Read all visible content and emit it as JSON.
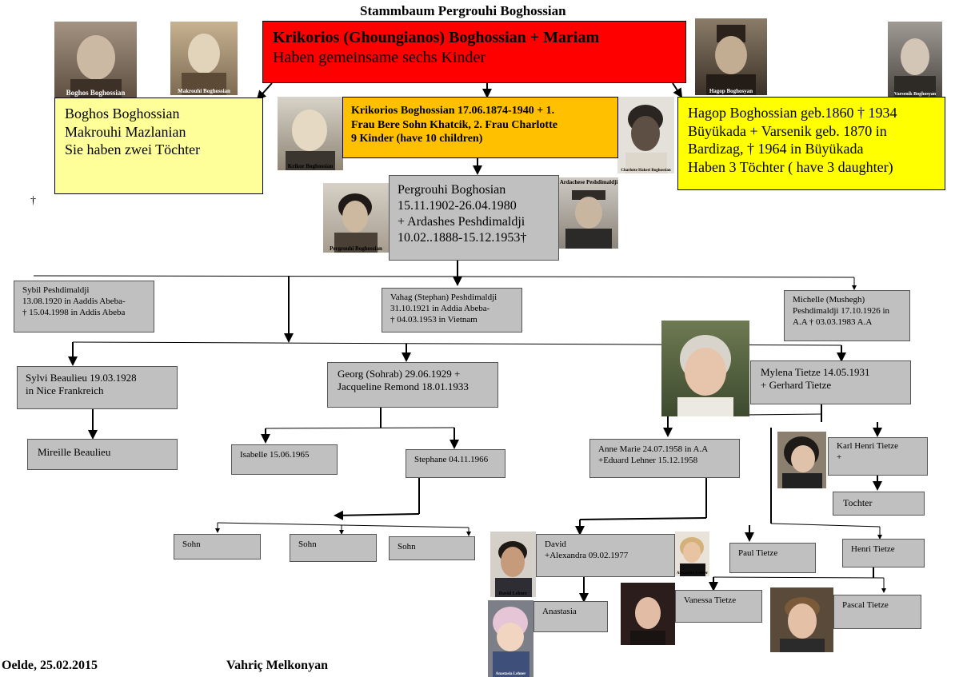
{
  "title": "Stammbaum Pergrouhi Boghossian",
  "footer": {
    "place_date": "Oelde, 25.02.2015",
    "author": "Vahriç Melkonyan"
  },
  "dagger": "†",
  "boxes": {
    "root": {
      "line1": "Krikorios (Ghoungianos) Boghossian + Mariam",
      "line2": "Haben gemeinsame sechs Kinder"
    },
    "boghos": {
      "line1": "Boghos Boghossian",
      "line2": "Makrouhi Mazlanian",
      "line3": "Sie haben zwei Töchter"
    },
    "krikor": {
      "line1": "Krikorios Boghossian 17.06.1874-1940 + 1.",
      "line2": "Frau Bere  Sohn Khatcik,  2. Frau Charlotte",
      "line3": "9 Kinder (have 10 children)"
    },
    "hagop": {
      "line1": "Hagop Boghossian geb.1860 † 1934",
      "line2": "Büyükada + Varsenik geb. 1870 in",
      "line3": "Bardizag, † 1964 in Büyükada",
      "line4": "Haben 3 Töchter ( have 3 daughter)"
    },
    "pergrouhi": {
      "line1": "Pergrouhi   Boghosian",
      "line2": "15.11.1902-26.04.1980",
      "line3": "+ Ardashes  Peshdimaldji",
      "line4": "10.02..1888-15.12.1953†"
    },
    "sybil": {
      "line1": "Sybil Peshdimaldji",
      "line2": "13.08.1920 in Aaddis Abeba-",
      "line3": "† 15.04.1998 in Addis Abeba"
    },
    "vahag": {
      "line1": "Vahag (Stephan) Peshdimaldji",
      "line2": "31.10.1921 in Addia Abeba-",
      "line3": "† 04.03.1953 in Vietnam"
    },
    "michelle": {
      "line1": "Michelle (Mushegh)",
      "line2": "Peshdimaldji 17.10.1926 in",
      "line3": "A.A † 03.03.1983 A.A"
    },
    "sylvi": {
      "line1": "Sylvi Beaulieu 19.03.1928",
      "line2": "in Nice Frankreich"
    },
    "georg": {
      "line1": "Georg (Sohrab) 29.06.1929 +",
      "line2": "Jacqueline Remond 18.01.1933"
    },
    "mylena": {
      "line1": "Mylena Tietze 14.05.1931",
      "line2": "+  Gerhard Tietze"
    },
    "mireille": {
      "line1": "Mireille Beaulieu"
    },
    "isabelle": {
      "line1": "Isabelle 15.06.1965"
    },
    "stephane": {
      "line1": "Stephane 04.11.1966"
    },
    "annemarie": {
      "line1": "Anne Marie 24.07.1958 in A.A",
      "line2": "+Eduard Lehner  15.12.1958"
    },
    "karlhenri": {
      "line1": "Karl Henri Tietze",
      "line2": "+"
    },
    "tochter": {
      "line1": "Tochter"
    },
    "sohn1": {
      "line1": "Sohn"
    },
    "sohn2": {
      "line1": "Sohn"
    },
    "sohn3": {
      "line1": "Sohn"
    },
    "david": {
      "line1": "David",
      "line2": "+Alexandra 09.02.1977"
    },
    "paul": {
      "line1": "Paul Tietze"
    },
    "henri": {
      "line1": "Henri Tietze"
    },
    "anastasia": {
      "line1": "Anastasia"
    },
    "vanessa": {
      "line1": "Vanessa Tietze"
    },
    "pascal": {
      "line1": "Pascal Tietze"
    }
  },
  "photo_captions": {
    "boghos": "Boghos Boghossian",
    "makrouhi": "Makrouhi  Boghossian",
    "hagop": "Hagop Boghosyan",
    "varsenik": "Varsenik Boghosyan",
    "krikor": "Krikor Boghossian",
    "charlotte": "Charlotte Hakeri Boghossian",
    "pergrouhi": "Pergrouhi Boghossian",
    "ardachese": "Ardachese Peshdimaldji",
    "david": "David Lehner",
    "alexandra": "Alexandra Lehner",
    "anastasia": "Anastasia Lehner"
  },
  "colors": {
    "root_red": "#ff0000",
    "note_yellow": "#ffff99",
    "hagop_yellow": "#ffff00",
    "krikor_orange": "#ffc000",
    "grey_box": "#c0c0c0"
  }
}
